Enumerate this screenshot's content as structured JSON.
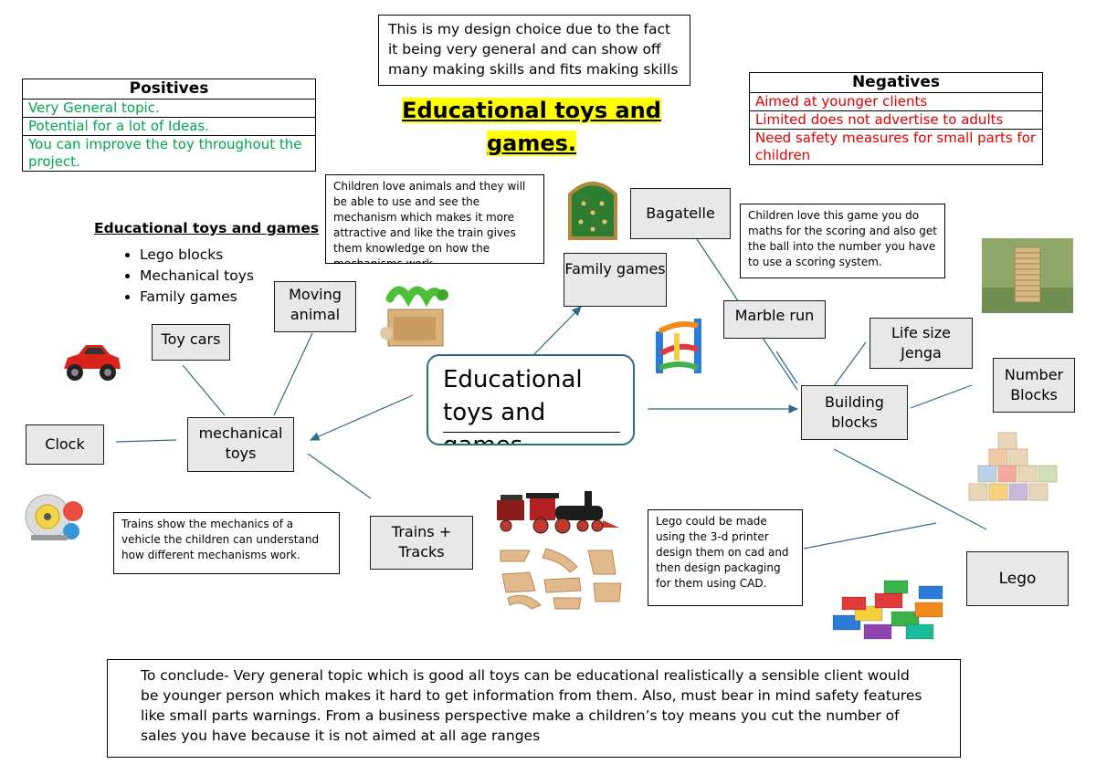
{
  "design_choice": "This is my design choice due to the fact it being very general and can show off many making skills and fits making skills",
  "title": "Educational toys and games.",
  "positives": {
    "header": "Positives",
    "items": [
      "Very General topic.",
      "Potential for a lot of Ideas.",
      "You can improve the toy throughout the project."
    ]
  },
  "negatives": {
    "header": "Negatives",
    "items": [
      "Aimed at younger clients",
      "Limited does not advertise to adults",
      "Need safety measures for small parts for children"
    ]
  },
  "list": {
    "heading": "Educational toys and games",
    "items": [
      "Lego blocks",
      "Mechanical toys",
      "Family games"
    ]
  },
  "center_node": "Educational toys and games",
  "nodes": {
    "mechanical": "mechanical toys",
    "moving_animal": "Moving animal",
    "toy_cars": "Toy cars",
    "clock": "Clock",
    "trains": "Trains + Tracks",
    "family": "Family games",
    "bagatelle": "Bagatelle",
    "marble": "Marble run",
    "building": "Building blocks",
    "jenga": "Life size Jenga",
    "number": "Number Blocks",
    "lego": "Lego"
  },
  "notes": {
    "animals": "Children love animals and they will be able to use and see the mechanism which makes it more attractive and like the train gives them knowledge on how the mechanisms work",
    "bagatelle": "Children love this game you do maths for the scoring and also get the ball into the number you have to use a scoring system.",
    "trains": "Trains show the mechanics of a vehicle the children can understand how different mechanisms work.",
    "lego": "Lego could be made using the 3-d printer design them on cad and then design packaging for them using CAD."
  },
  "conclusion": "To conclude- Very general topic which is good all toys can be educational realistically a sensible client would be younger person which makes it hard to get information from them. Also, must bear in mind safety features like small parts warnings. From a business perspective make a children’s toy means you cut the number of sales you have because it is not aimed at all age ranges",
  "colors": {
    "title_highlight": "#ffff00",
    "positive_text": "#00a651",
    "negative_text": "#e00000",
    "connector": "#2e6b86"
  }
}
